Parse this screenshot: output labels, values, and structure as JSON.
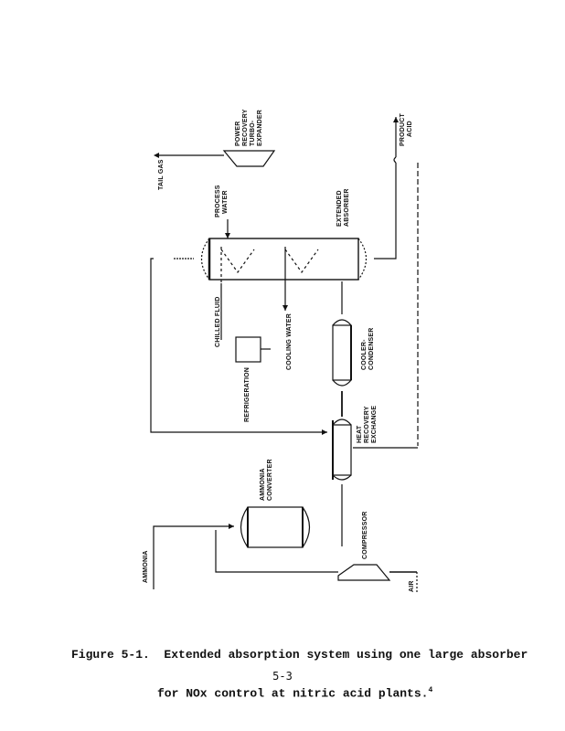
{
  "figure": {
    "labels": {
      "tail_gas": "TAIL GAS",
      "power_recovery": [
        "POWER",
        "RECOVERY",
        "TURBO-",
        "EXPANDER"
      ],
      "product_acid": [
        "PRODUCT",
        "ACID"
      ],
      "process_water": [
        "PROCESS",
        "WATER"
      ],
      "extended_absorber": [
        "EXTENDED",
        "ABSORBER"
      ],
      "chilled_fluid": "CHILLED FLUID",
      "cooling_water": "COOLING WATER",
      "refrigeration": "REFRIGERATION",
      "cooler_condenser": [
        "COOLER-",
        "CONDENSER"
      ],
      "heat_recovery": [
        "HEAT",
        "RECOVERY",
        "EXCHANGE"
      ],
      "ammonia_converter": [
        "AMMONIA",
        "CONVERTER"
      ],
      "ammonia": "AMMONIA",
      "compressor": "COMPRESSOR",
      "air": "AIR"
    }
  },
  "caption": {
    "line1": "Figure 5-1.  Extended absorption system using one large absorber",
    "line2": "for NOx control at nitric acid plants.",
    "superscript": "4"
  },
  "page_number": "5-3"
}
